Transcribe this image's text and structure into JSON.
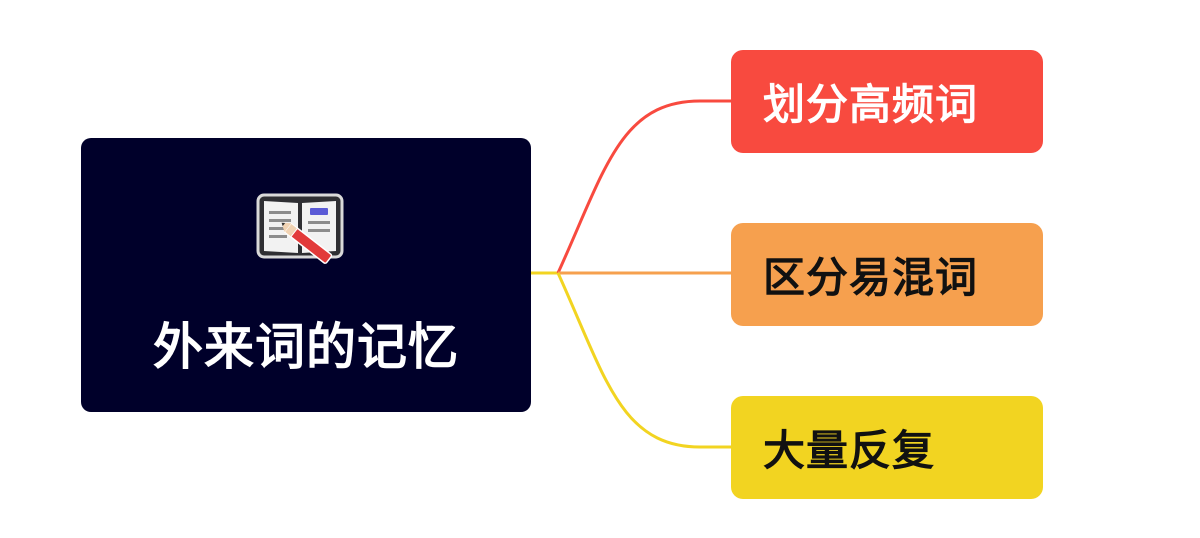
{
  "root": {
    "icon": "open-book-with-pencil-icon",
    "title": "外来词的记忆",
    "background": "#00002a",
    "text_color": "#ffffff"
  },
  "branches": [
    {
      "label": "划分高频词",
      "fill": "#f84a3f",
      "line": "#f84a3f",
      "text_color": "#ffffff"
    },
    {
      "label": "区分易混词",
      "fill": "#f6a04e",
      "line": "#f6a04e",
      "text_color": "#111111"
    },
    {
      "label": "大量反复",
      "fill": "#f2d421",
      "line": "#f2d421",
      "text_color": "#111111"
    }
  ]
}
